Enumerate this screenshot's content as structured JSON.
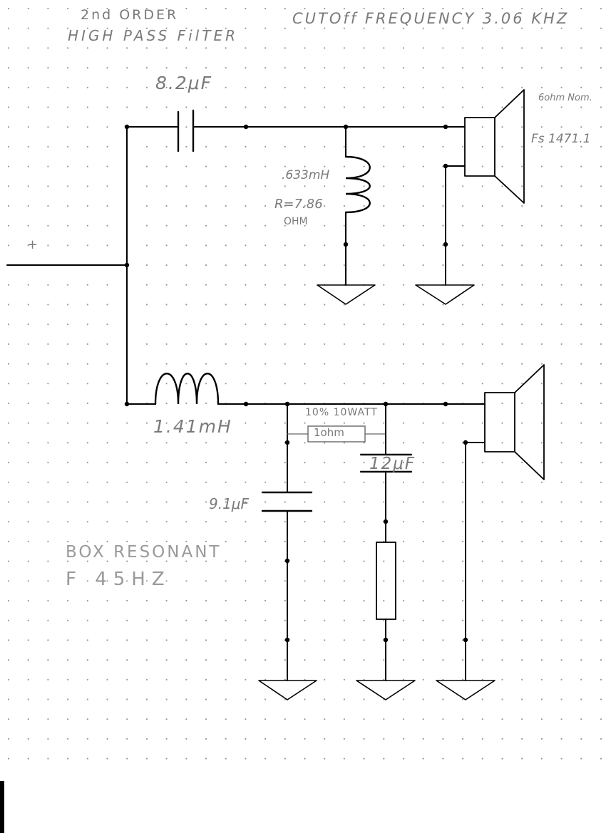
{
  "labels": {
    "title_line1": "2nd ORDER",
    "title_line2": "HIGH PASS FilTER",
    "cutoff": "CUTOff FREQUENCY 3.06 KHZ",
    "cap_hp": "8.2μF",
    "inductor_hp": ".633mH",
    "resistance_line1": "R=7.86",
    "resistance_line2": "OHM",
    "tweeter_imp": "6ohm Nom.",
    "fs": "Fs 1471.1",
    "input_plus": "+",
    "inductor_lp": "1.41mH",
    "resistor_spec": "10% 10WATT",
    "resistor_val": "1ohm",
    "cap_zobel": "12μF",
    "cap_lp": "9.1μF",
    "box_line1": "BOX RESONANT",
    "box_line2": "F 45HZ"
  },
  "colors": {
    "ink": "#000000",
    "pencil": "#7a7a7a",
    "grid_dots": "#9a9a9a",
    "paper": "#ffffff"
  }
}
